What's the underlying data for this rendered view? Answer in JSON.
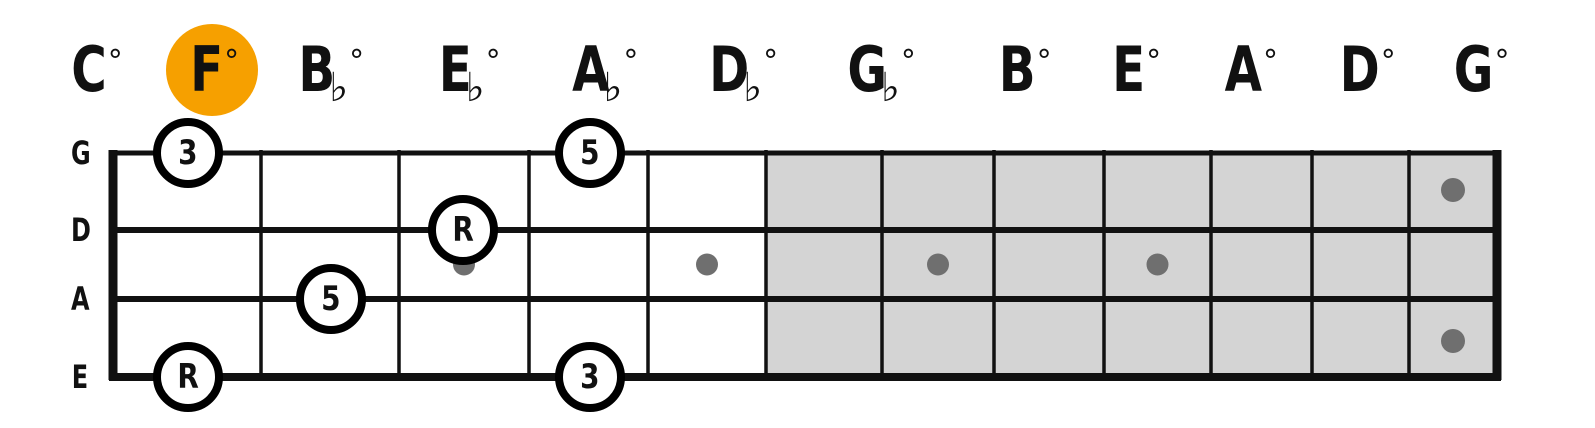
{
  "highlight_color": "#f6a000",
  "shaded_color": "#d4d4d4",
  "marker_color": "#6f6f6f",
  "chords": [
    {
      "root": "C",
      "acc": "",
      "dim": "°"
    },
    {
      "root": "F",
      "acc": "",
      "dim": "°"
    },
    {
      "root": "B",
      "acc": "♭",
      "dim": "°"
    },
    {
      "root": "E",
      "acc": "♭",
      "dim": "°"
    },
    {
      "root": "A",
      "acc": "♭",
      "dim": "°"
    },
    {
      "root": "D",
      "acc": "♭",
      "dim": "°"
    },
    {
      "root": "G",
      "acc": "♭",
      "dim": "°"
    },
    {
      "root": "B",
      "acc": "",
      "dim": "°"
    },
    {
      "root": "E",
      "acc": "",
      "dim": "°"
    },
    {
      "root": "A",
      "acc": "",
      "dim": "°"
    },
    {
      "root": "D",
      "acc": "",
      "dim": "°"
    },
    {
      "root": "G",
      "acc": "",
      "dim": "°"
    }
  ],
  "highlighted_chord": 1,
  "strings": [
    "G",
    "D",
    "A",
    "E"
  ],
  "chord_notes": [
    {
      "label": "3",
      "string": 0,
      "fret": 0
    },
    {
      "label": "5",
      "string": 0,
      "fret": 3
    },
    {
      "label": "R",
      "string": 1,
      "fret": 2
    },
    {
      "label": "5",
      "string": 2,
      "fret": 1
    },
    {
      "label": "R",
      "string": 3,
      "fret": 0
    },
    {
      "label": "3",
      "string": 3,
      "fret": 3
    }
  ],
  "fret_markers": [
    3,
    5,
    7,
    9
  ],
  "double_marker_fret": 12
}
